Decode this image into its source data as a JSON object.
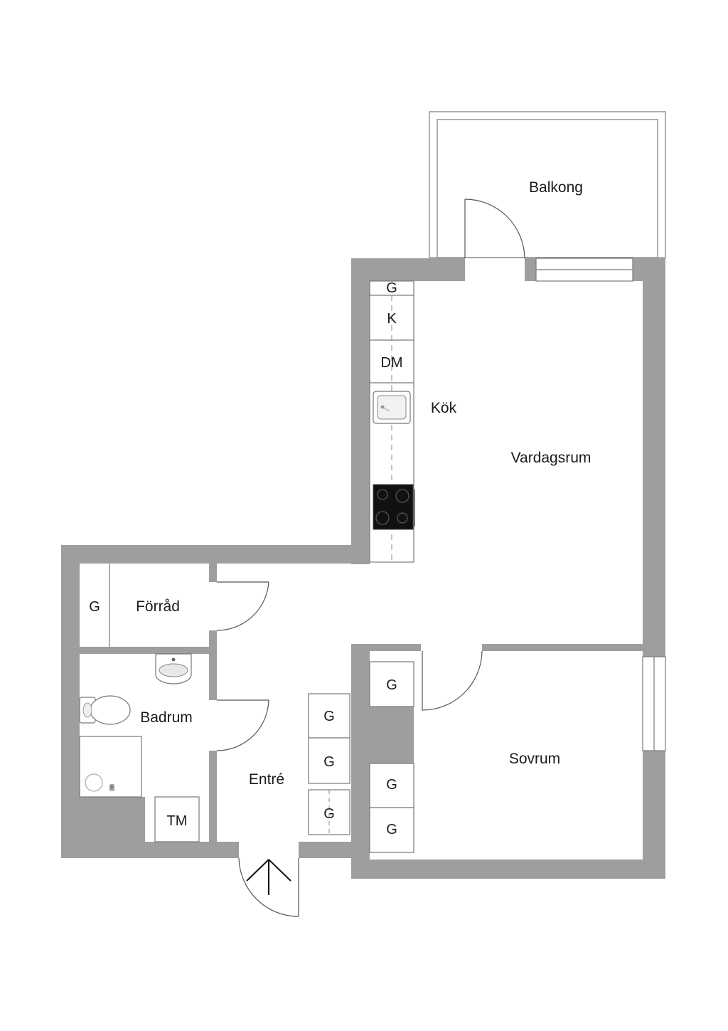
{
  "rooms": {
    "balkong": "Balkong",
    "kok": "Kök",
    "vardagsrum": "Vardagsrum",
    "forrad": "Förråd",
    "badrum": "Badrum",
    "entre": "Entré",
    "sovrum": "Sovrum"
  },
  "fixtures": {
    "kitchen_g": "G",
    "kitchen_k": "K",
    "kitchen_dm": "DM",
    "forrad_g": "G",
    "entre_g1": "G",
    "entre_g2": "G",
    "entre_g3": "G",
    "sovrum_g1": "G",
    "sovrum_g2": "G",
    "sovrum_g3": "G",
    "badrum_tm": "TM"
  },
  "colors": {
    "wall": "#9e9e9e",
    "line": "#7a7a7a"
  }
}
